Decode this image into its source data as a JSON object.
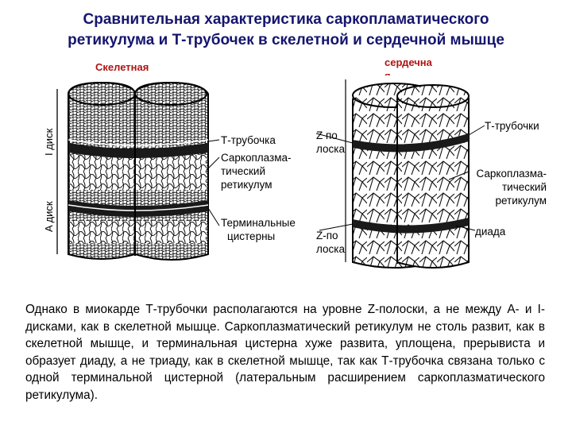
{
  "title_line1": "Сравнительная характеристика саркопламатического",
  "title_line2": "ретикулума и Т-трубочек в скелетной и сердечной мышце",
  "skeletal": {
    "heading": "Скелетная",
    "i_disk": "I диск",
    "a_disk": "A диск"
  },
  "cardiac": {
    "heading_line1": "сердечна",
    "heading_line2": "я"
  },
  "labels": {
    "t_tubule": "Т-трубочка",
    "sr_line1": "Саркоплазма-",
    "sr_line2": "тический",
    "sr_line3": "ретикулум",
    "terminal_line1": "Терминальные",
    "terminal_line2": "цистерны",
    "z1_line1": "Z по",
    "z1_line2": "лоска",
    "z2_line1": "Z-по",
    "z2_line2": "лоска",
    "t_tubules_right": "Т-трубочки",
    "sr_right_line1": "Саркоплазма-",
    "sr_right_line2": "тический",
    "sr_right_line3": "ретикулум",
    "diad": "диада"
  },
  "paragraph": "Однако в миокарде Т-трубочки располагаются на уровне Z-полоски, а не между А- и I-дисками, как в скелетной мышце. Саркоплазматический ретикулум не столь развит, как в скелетной мышце, и терминальная цистерна хуже развита, уплощена, прерывиста и образует диаду, а не триаду, как в скелетной мышце, так как Т-трубочка связана только с одной терминальной цистерной (латеральным расширением саркоплазматического ретикулума).",
  "colors": {
    "title": "#15156e",
    "cardiac_heading": "#b01313"
  }
}
